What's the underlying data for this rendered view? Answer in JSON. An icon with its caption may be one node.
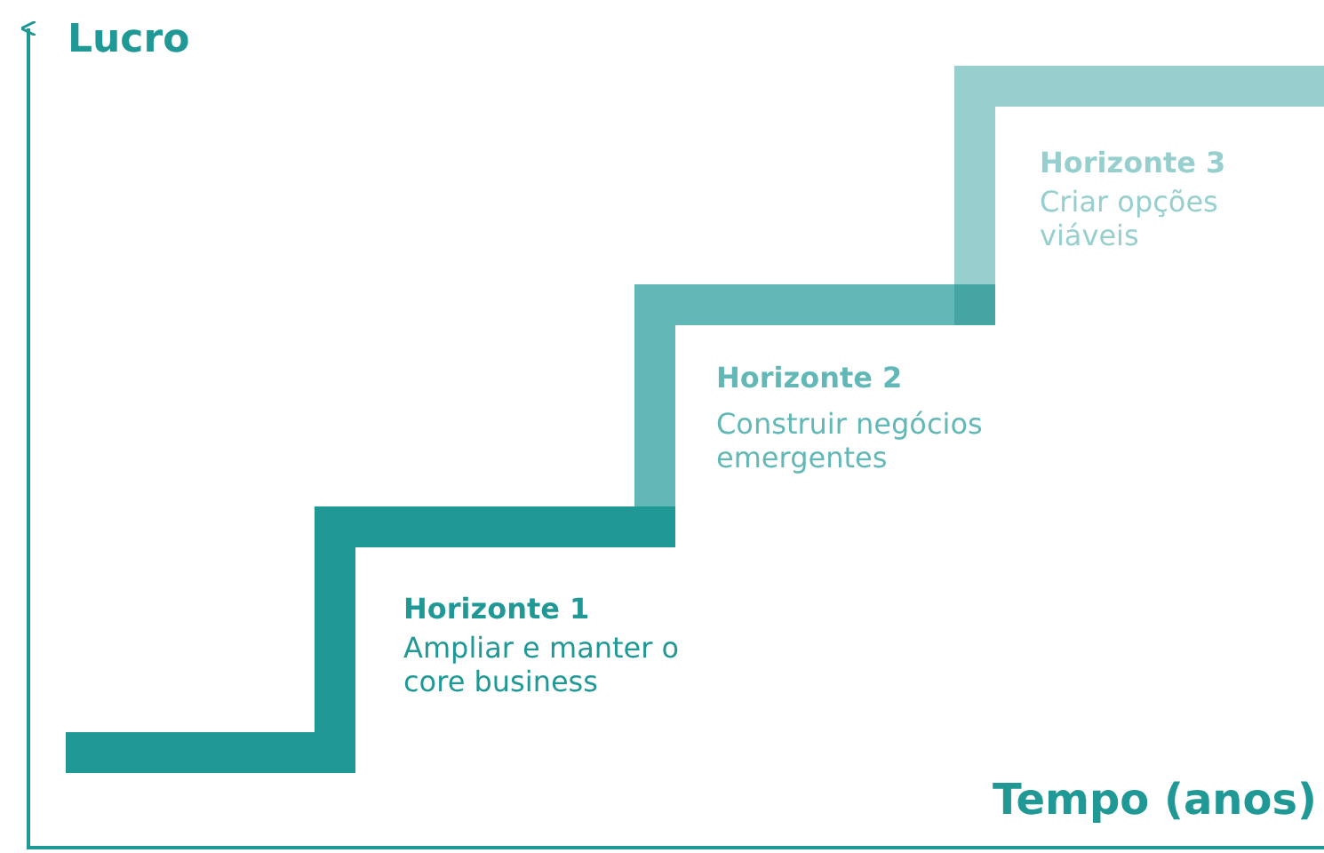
{
  "diagram": {
    "labels": [
      "Lucro",
      "Horizonte 3",
      "Criar opções viáveis",
      "Horizonte 2",
      "Construir negócios emergentes",
      "Horizonte 1",
      "Ampliar e manter o core business",
      "Tempo (anos)"
    ]
  }
}
